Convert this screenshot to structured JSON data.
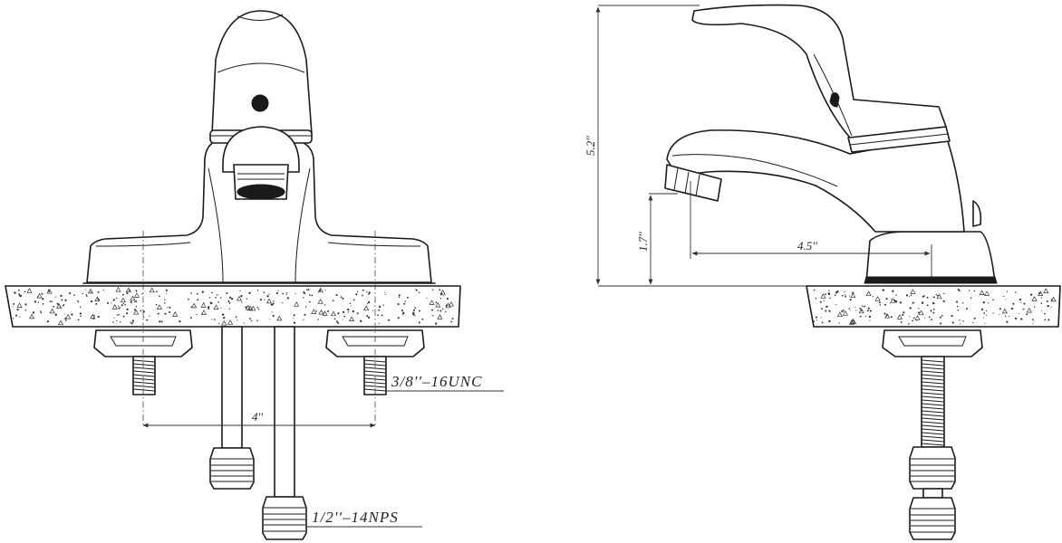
{
  "front_view": {
    "dimension_spacing": "4''",
    "callout_mount_thread": "3/8''–16UNC",
    "callout_supply_thread": "1/2''–14NPS"
  },
  "side_view": {
    "dimension_height": "5.2''",
    "dimension_spout_height": "1.7''",
    "dimension_spout_reach": "4.5''"
  },
  "colors": {
    "line": "#1a1a1a",
    "background": "#ffffff"
  }
}
